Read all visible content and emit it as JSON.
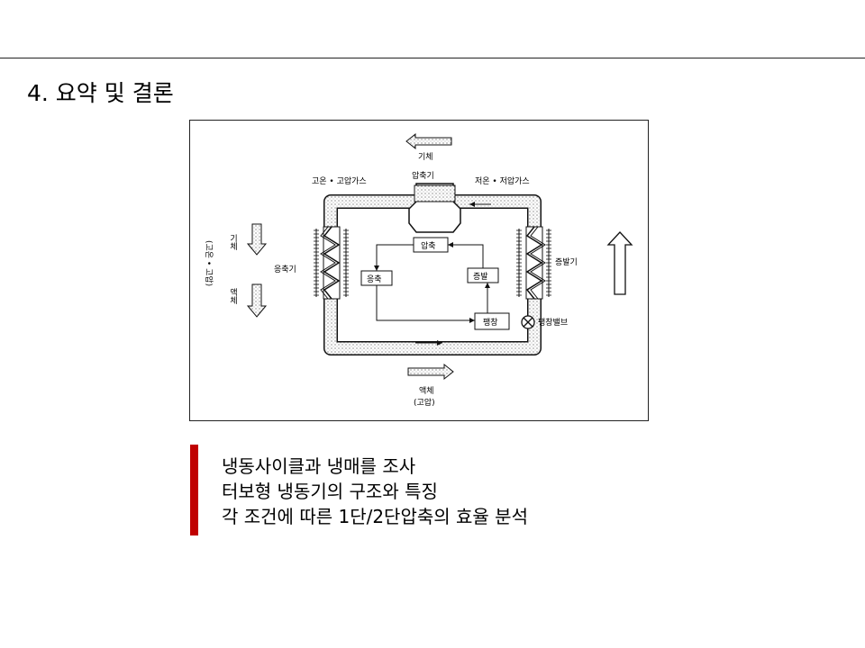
{
  "slide": {
    "title": "4. 요약 및 결론",
    "accent_color": "#c00000"
  },
  "diagram": {
    "top_gas": "기체",
    "compressor": "압축기",
    "high_pressure": "고온 • 고압가스",
    "low_pressure": "저온 • 저압가스",
    "condenser": "응축기",
    "evaporator": "증발기",
    "box_compress": "압축",
    "box_condense": "응축",
    "box_evaporate": "증발",
    "box_expand": "팽창",
    "expansion_valve": "팽창밸브",
    "bottom_liquid": "액체",
    "bottom_high": "(고압)",
    "left_gas": "기체",
    "left_liquid": "액체",
    "left_vertical": "(고온 • 고압)"
  },
  "summary": {
    "items": [
      "냉동사이클과 냉매를 조사",
      "터보형 냉동기의 구조와 특징",
      "각 조건에 따른 1단/2단압축의 효율 분석"
    ]
  }
}
